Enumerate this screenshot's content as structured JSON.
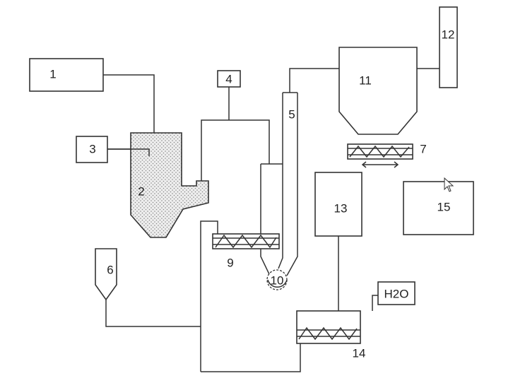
{
  "diagram": {
    "labels": {
      "n1": "1",
      "n2": "2",
      "n3": "3",
      "n4": "4",
      "n5": "5",
      "n6": "6",
      "n7": "7",
      "n9": "9",
      "n10": "10",
      "n11": "11",
      "n12": "12",
      "n13": "13",
      "n14": "14",
      "n15": "15",
      "water": "H2O"
    }
  }
}
